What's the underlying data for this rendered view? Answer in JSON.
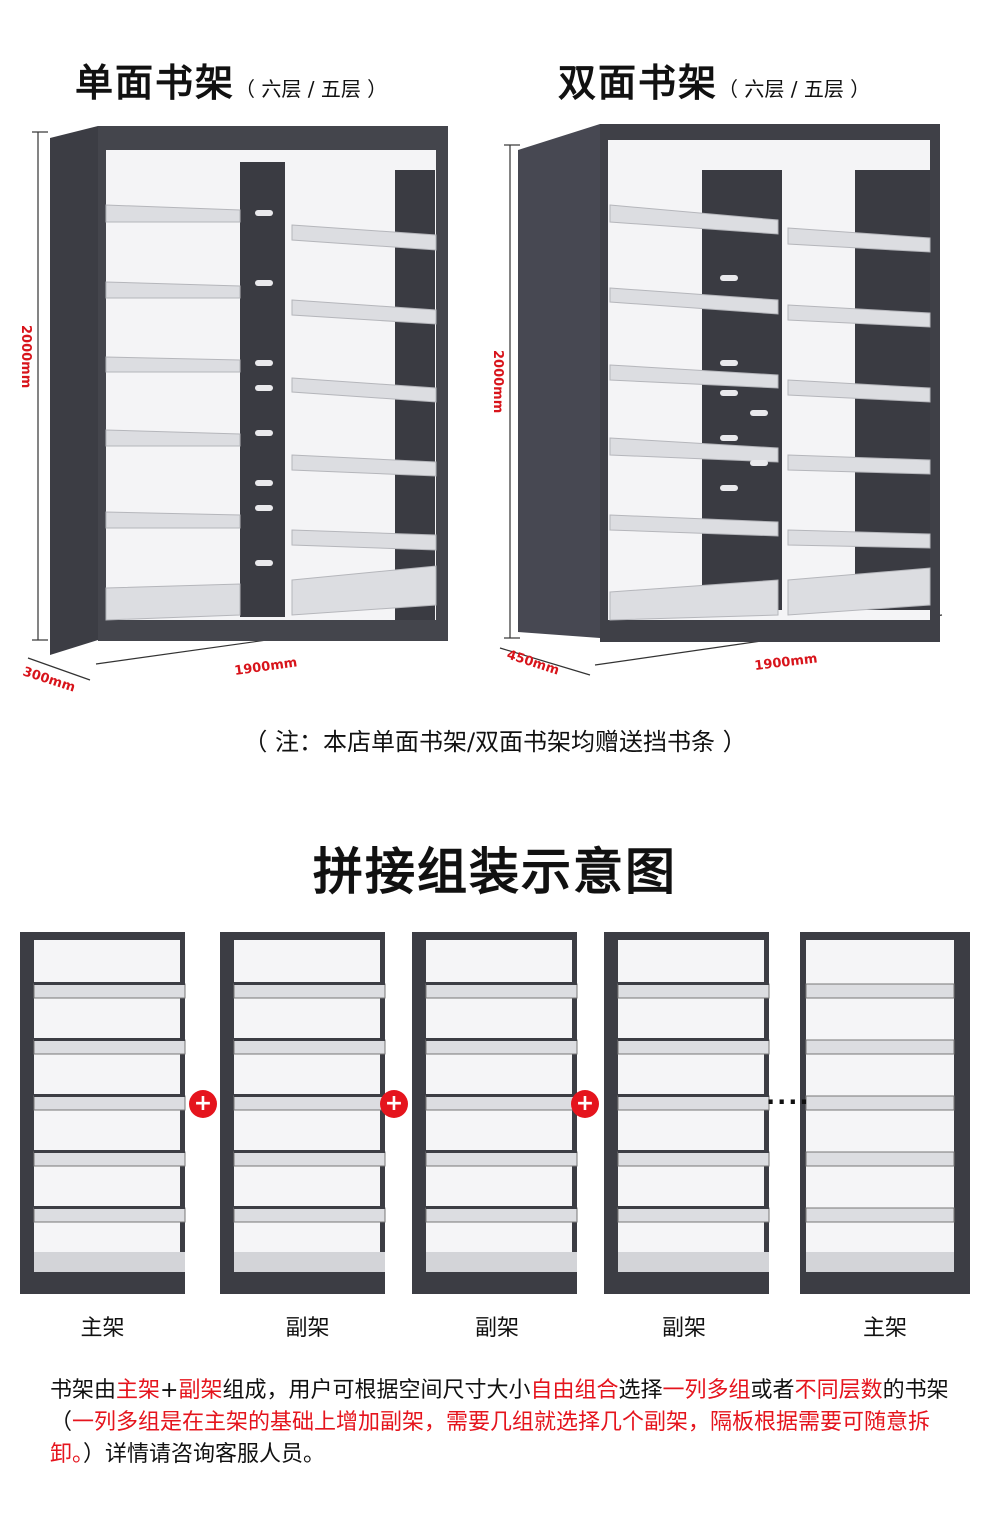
{
  "top": {
    "single": {
      "title": "单面书架",
      "sub": "（ 六层 / 五层 ）",
      "height": "2000mm",
      "width": "1900mm",
      "depth": "300mm"
    },
    "double": {
      "title": "双面书架",
      "sub": "（ 六层 / 五层 ）",
      "height": "2000mm",
      "width": "1900mm",
      "depth": "450mm"
    },
    "note": "（ 注：本店单面书架/双面书架均赠送挡书条 ）"
  },
  "assembly": {
    "title": "拼接组装示意图",
    "labels": [
      "主架",
      "副架",
      "副架",
      "副架",
      "主架"
    ],
    "plus": "+",
    "ellipsis": "....",
    "desc": [
      {
        "t": "书架由",
        "r": false
      },
      {
        "t": "主架",
        "r": true
      },
      {
        "t": "+",
        "r": false
      },
      {
        "t": "副架",
        "r": true
      },
      {
        "t": "组成，用户可根据空间尺寸大小",
        "r": false
      },
      {
        "t": "自由组合",
        "r": true
      },
      {
        "t": "选择",
        "r": false
      },
      {
        "t": "一列多组",
        "r": true
      },
      {
        "t": "或者",
        "r": false
      },
      {
        "t": "不同层数",
        "r": true
      },
      {
        "t": "的书架（",
        "r": false
      },
      {
        "t": "一列多组是在主架的基础上增加副架，需要几组就选择几个副架，隔板根据需要可随意拆卸。",
        "r": true
      },
      {
        "t": "）详情请咨询客服人员。",
        "r": false
      }
    ]
  },
  "colors": {
    "frame": "#3c3d44",
    "shelf": "#e6e7ea",
    "accent": "#e5141d"
  }
}
